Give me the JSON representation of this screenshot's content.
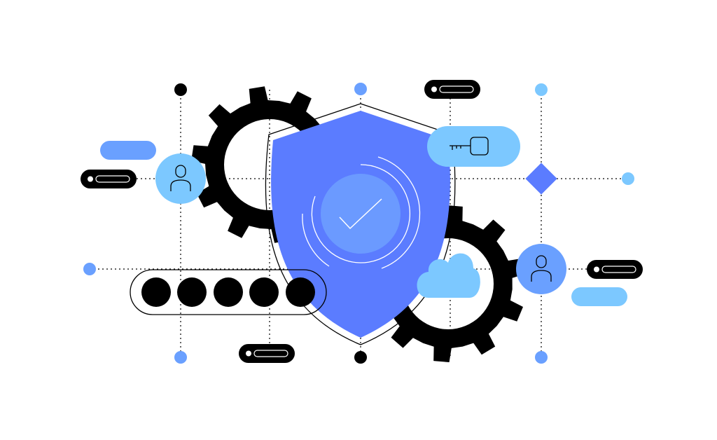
{
  "illustration": {
    "subject": "security",
    "colors": {
      "shield": "#5b7cff",
      "shield_inner": "#6b9aff",
      "blue": "#6aa0ff",
      "light_blue": "#7cc8ff",
      "dark": "#000000",
      "background": "#ffffff"
    },
    "password_dots": 5,
    "gears": 2
  }
}
